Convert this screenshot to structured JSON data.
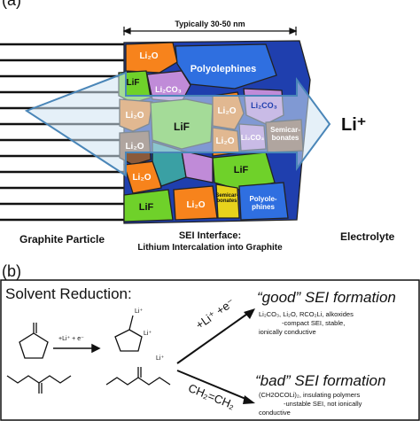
{
  "panel_a": {
    "label": "(a)",
    "dimension": "Typically 30-50 nm",
    "regions": {
      "li2o_top": "Li₂O",
      "lif_left_top": "LiF",
      "li2co3_top": "Li₂CO₃",
      "polyolephines_top": "Polyolephines",
      "li2o_left_mid": "Li₂O",
      "li2o_center": "Li₂O",
      "li2co3_right": "Li₂CO₃",
      "lif_center": "LiF",
      "li2o_center_right": "Li₂O",
      "li2co3_center": "Li₂CO₃",
      "semicarbonates": "Semicar-\nbonates",
      "li2o_left_low": "Li₂O",
      "li2o_bottom_mid": "Li₂O",
      "lif_right": "LiF",
      "lif_bottom_left": "LiF",
      "li2o_bottom_center": "Li₂O",
      "semicarbonates_small": "Semicar-\nbonates",
      "polyolephines_bottom": "Polyole-\nphines"
    },
    "li_ion": "Li⁺",
    "graphite_label": "Graphite Particle",
    "sei_title": "SEI Interface:",
    "sei_subtitle": "Lithium Intercalation into Graphite",
    "electrolyte_label": "Electrolyte"
  },
  "panel_b": {
    "label": "(b)",
    "title": "Solvent Reduction:",
    "reagent": "+Li⁺ + e⁻",
    "upper_branch_label": "+Li⁺ +e⁻",
    "lower_branch_label": "CH₂=CH₂",
    "good_title": "“good” SEI formation",
    "good_line1": "Li₂CO₃, Li₂O, RCO₂Li, alkoxides",
    "good_line2": "-compact SEI, stable,",
    "good_line3": "ionically conductive",
    "bad_title": "“bad” SEI formation",
    "bad_line1": "(CH2OCOLi)₂, insulating polymers",
    "bad_line2": "-unstable SEI, not ionically",
    "bad_line3": "conductive",
    "li_label_1": "Li⁺",
    "li_label_2": "Li⁺",
    "li_label_3": "Li⁺"
  },
  "colors": {
    "li2o": "#f7831c",
    "lif": "#6fd12a",
    "li2co3": "#c08bd8",
    "polyolephines": "#2f6fe0",
    "semicarbonates": "#8a5a3a",
    "dark_blue": "#1f3fae",
    "teal": "#3aa0a4",
    "yellow": "#e8d21c",
    "arrow_fill": "#cfe3f3",
    "arrow_stroke": "#4a86b8"
  }
}
